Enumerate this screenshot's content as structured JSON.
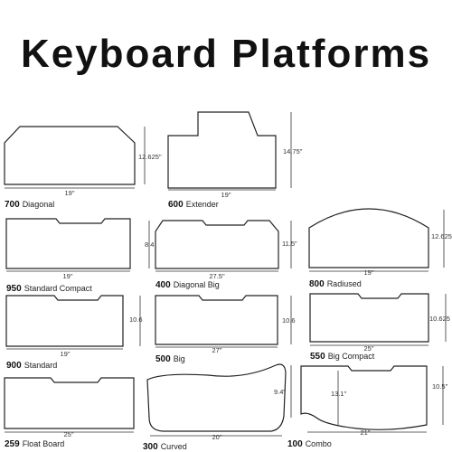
{
  "title": "Keyboard Platforms",
  "platforms": [
    {
      "id": "700",
      "number": "700",
      "name": "Diagonal",
      "width": "19\"",
      "height": "12.625\""
    },
    {
      "id": "600",
      "number": "600",
      "name": "Extender",
      "width": "19\"",
      "height": "14.75\""
    },
    {
      "id": "950",
      "number": "950",
      "name": "Standard Compact",
      "width": "19\"",
      "height": "8.4"
    },
    {
      "id": "400",
      "number": "400",
      "name": "Diagonal Big",
      "width": "27.5\"",
      "height": "11.5\""
    },
    {
      "id": "800",
      "number": "800",
      "name": "Radiused",
      "width": "19\"",
      "height": "12.625"
    },
    {
      "id": "900",
      "number": "900",
      "name": "Standard",
      "width": "19\"",
      "height": "10.6"
    },
    {
      "id": "500",
      "number": "500",
      "name": "Big",
      "width": "27\"",
      "height": "10.6"
    },
    {
      "id": "550",
      "number": "550",
      "name": "Big Compact",
      "width": "25\"",
      "height": "10.625"
    },
    {
      "id": "259",
      "number": "259",
      "name": "Float Board",
      "width": "25\"",
      "height": ""
    },
    {
      "id": "300",
      "number": "300",
      "name": "Curved",
      "width": "20\"",
      "height": "9.4\""
    },
    {
      "id": "100",
      "number": "100",
      "name": "Combo",
      "width": "21\"",
      "height": "10.5\"",
      "inner_height": "13.1\""
    }
  ]
}
